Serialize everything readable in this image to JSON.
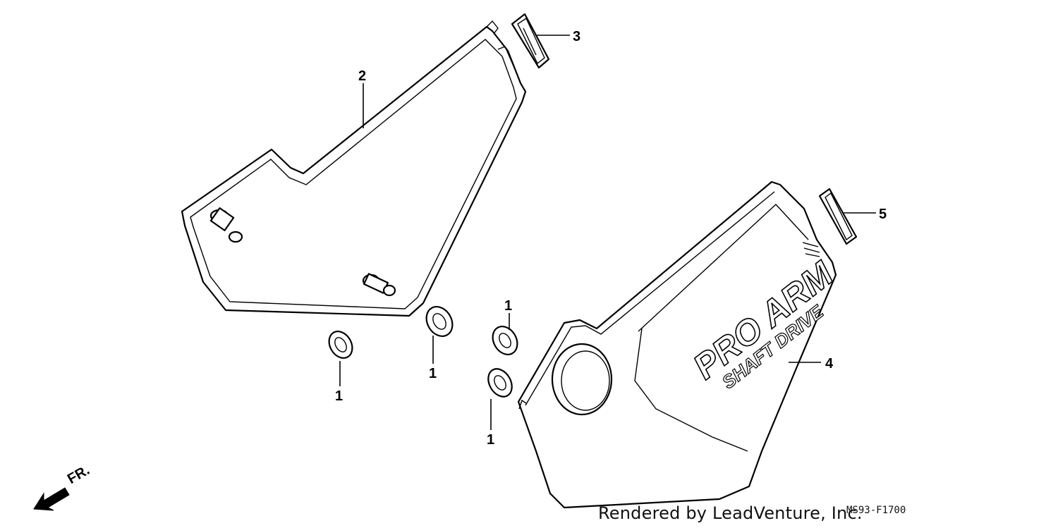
{
  "callouts": [
    {
      "id": "c2",
      "label": "2"
    },
    {
      "id": "c3",
      "label": "3"
    },
    {
      "id": "c5",
      "label": "5"
    },
    {
      "id": "c4",
      "label": "4"
    },
    {
      "id": "c1a",
      "label": "1"
    },
    {
      "id": "c1b",
      "label": "1"
    },
    {
      "id": "c1c",
      "label": "1"
    },
    {
      "id": "c1d",
      "label": "1"
    }
  ],
  "decal": {
    "line1": "PRO ARM",
    "line2": "SHAFT DRIVE"
  },
  "direction": {
    "label": "FR."
  },
  "footer": {
    "credit": "Rendered by LeadVenture, Inc.",
    "code": "MS93-F1700"
  }
}
